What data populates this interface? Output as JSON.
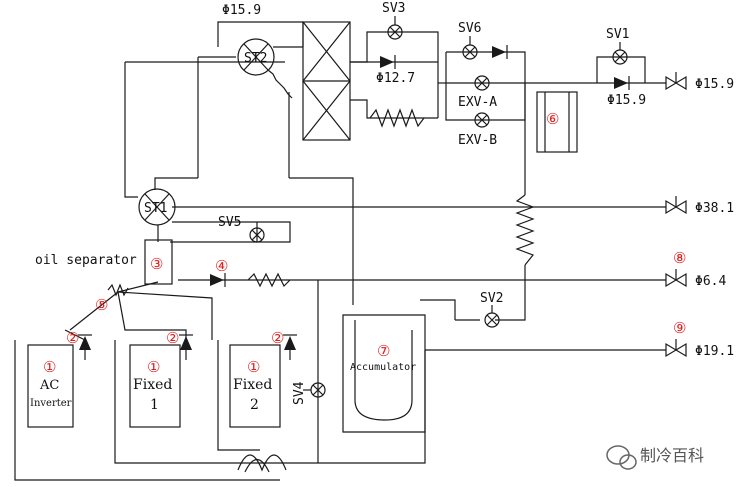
{
  "labels": {
    "pipe_top_left": "Φ15.9",
    "st2": "ST2",
    "sv3": "SV3",
    "sv6": "SV6",
    "sv1": "SV1",
    "pipe_mid": "Φ12.7",
    "exv_a": "EXV-A",
    "exv_b": "EXV-B",
    "pipe_sv1": "Φ15.9",
    "port_liquid": "Φ15.9",
    "st1": "ST1",
    "sv5": "SV5",
    "port_gas": "Φ38.1",
    "oil_separator": "oil separator",
    "port_oil": "Φ6.4",
    "sv2": "SV2",
    "port_suction": "Φ19.1",
    "accumulator": "Accumulator",
    "comp_ac_line1": "AC",
    "comp_ac_line2": "Inverter",
    "comp_fixed1_line1": "Fixed",
    "comp_fixed1_line2": "1",
    "comp_fixed2_line1": "Fixed",
    "comp_fixed2_line2": "2",
    "sv4": "SV4",
    "watermark": "制冷百科"
  },
  "markers": {
    "m1": "①",
    "m2": "②",
    "m3": "③",
    "m4": "④",
    "m5": "⑤",
    "m6": "⑥",
    "m7": "⑦",
    "m8": "⑧",
    "m9": "⑨"
  },
  "colors": {
    "line": "#1a1a1a",
    "marker": "#e02020"
  },
  "icons": [
    "four-way-valve-icon",
    "heat-exchanger-icon",
    "solenoid-valve-icon",
    "check-valve-icon",
    "stop-valve-icon",
    "capillary-icon",
    "wechat-icon"
  ]
}
